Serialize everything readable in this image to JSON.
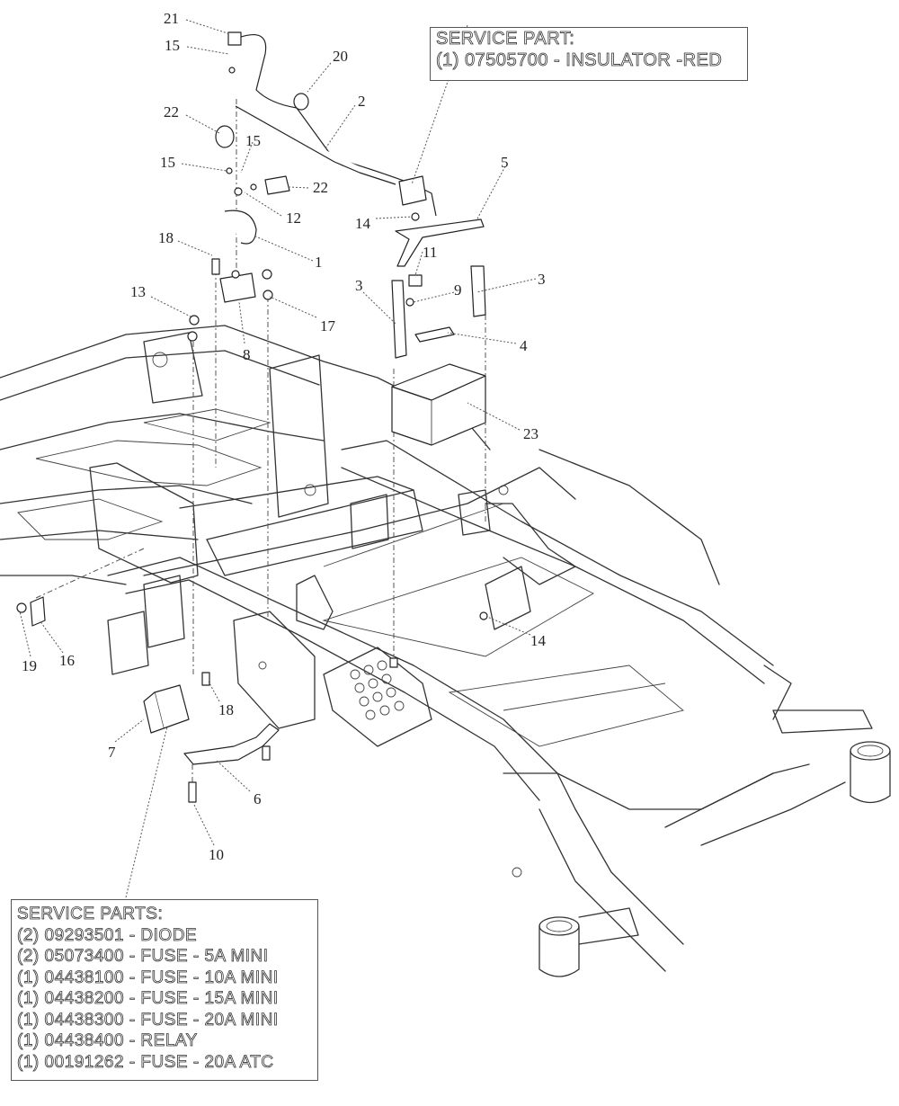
{
  "service_part_box": {
    "title": "SERVICE PART:",
    "lines": [
      "(1) 07505700 - INSULATOR -RED"
    ]
  },
  "service_parts_box": {
    "title": "SERVICE PARTS:",
    "lines": [
      "(2) 09293501 - DIODE",
      "(2) 05073400 - FUSE - 5A MINI",
      "(1) 04438100 - FUSE - 10A MINI",
      "(1) 04438200 - FUSE - 15A MINI",
      "(1) 04438300 - FUSE - 20A MINI",
      "(1) 04438400 - RELAY",
      "(1) 00191262 - FUSE - 20A ATC"
    ]
  },
  "callouts": {
    "c21": "21",
    "c15a": "15",
    "c20": "20",
    "c2": "2",
    "c22a": "22",
    "c15b": "15",
    "c15c": "15",
    "c22b": "22",
    "c12": "12",
    "c1": "1",
    "c18a": "18",
    "c13": "13",
    "c8": "8",
    "c17": "17",
    "c5": "5",
    "c14a": "14",
    "c11": "11",
    "c3a": "3",
    "c9": "9",
    "c3b": "3",
    "c4": "4",
    "c23": "23",
    "c14b": "14",
    "c19": "19",
    "c16": "16",
    "c18b": "18",
    "c7": "7",
    "c6": "6",
    "c10": "10"
  }
}
